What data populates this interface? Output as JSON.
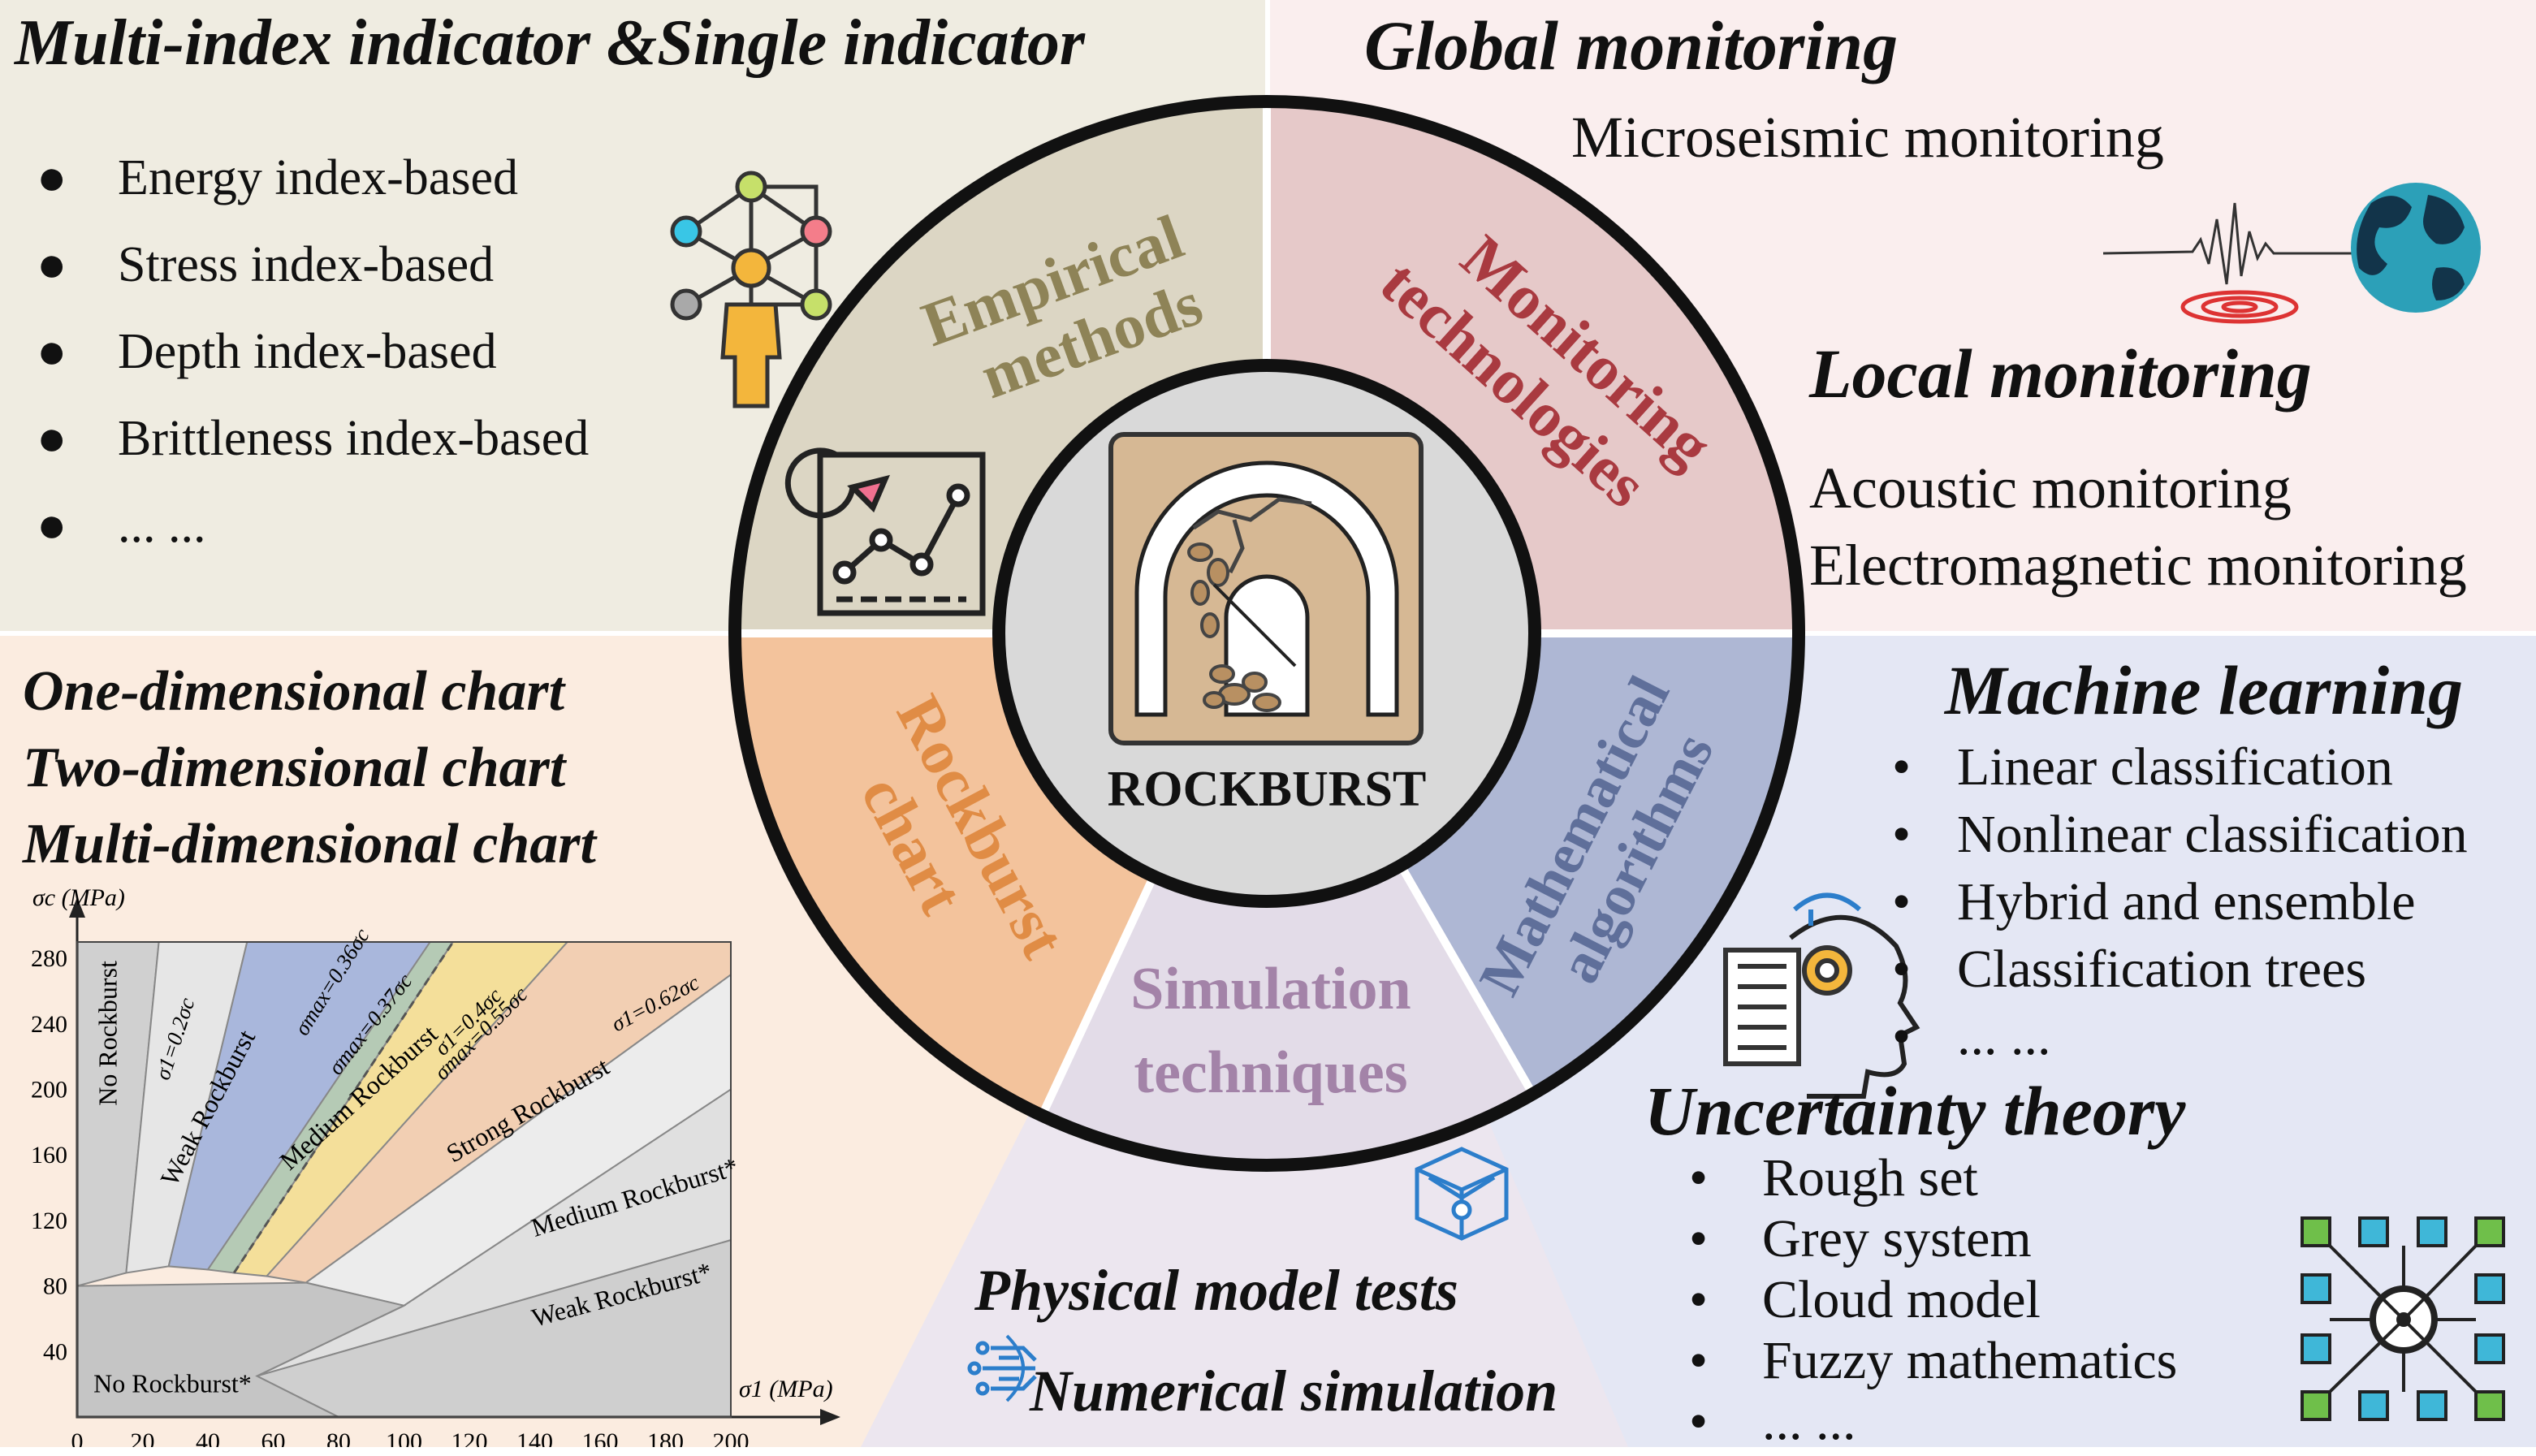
{
  "colors": {
    "empirical_bg": "#efece1",
    "monitoring_bg": "#faeeee",
    "chart_bg": "#fbece0",
    "ml_bg": "#e4e7f4",
    "sim_bg": "#ece6ef",
    "ring_empirical": "#dcd6c4",
    "ring_monitoring": "#e6c9c9",
    "ring_chart": "#f3c39c",
    "ring_math": "#aeb7d4",
    "ring_sim": "#e3dce8",
    "empirical_text": "#8e8357",
    "monitoring_text": "#a93a40",
    "chart_text": "#e08c45",
    "math_text": "#5f6f9a",
    "sim_text": "#a383a8"
  },
  "center": {
    "label": "ROCKBURST",
    "icon": "tunnel-rockburst-icon"
  },
  "ring": {
    "empirical": [
      "Empirical",
      "methods"
    ],
    "monitoring": [
      "Monitoring",
      "technologies"
    ],
    "chart": [
      "Rockburst",
      "chart"
    ],
    "math": [
      "Mathematical",
      "algorithms"
    ],
    "simulation": [
      "Simulation",
      "techniques"
    ]
  },
  "empirical_panel": {
    "title": "Multi-index indicator &Single indicator",
    "items": [
      "Energy index-based",
      "Stress index-based",
      "Depth index-based",
      "Brittleness index-based",
      "... ..."
    ],
    "bullet": "●",
    "icon": "network-person-icon"
  },
  "monitoring_panel": {
    "global_title": "Global monitoring",
    "global_item": "Microseismic monitoring",
    "local_title": "Local monitoring",
    "local_items": [
      "Acoustic monitoring",
      "Electromagnetic monitoring"
    ],
    "icons": [
      "seismic-wave-icon",
      "globe-icon"
    ]
  },
  "chart_panel": {
    "titles": [
      "One-dimensional chart",
      "Two-dimensional chart",
      "Multi-dimensional chart"
    ]
  },
  "ml_panel": {
    "ml_title": "Machine learning",
    "ml_items": [
      "Linear classification",
      "Nonlinear classification",
      "Hybrid and ensemble",
      "Classification trees",
      "... ..."
    ],
    "ut_title": "Uncertainty theory",
    "ut_items": [
      "Rough set",
      "Grey system",
      "Cloud model",
      "Fuzzy mathematics",
      "... ..."
    ],
    "bullet": "•",
    "icons": [
      "ai-head-document-icon",
      "network-hub-icon"
    ]
  },
  "sim_panel": {
    "items": [
      "Physical model tests",
      "Numerical simulation"
    ],
    "icons": [
      "cube-icon",
      "data-stream-icon"
    ]
  },
  "chart_data": {
    "type": "area",
    "xlabel": "σ1 (MPa)",
    "ylabel": "σc (MPa)",
    "xlim": [
      0,
      200
    ],
    "ylim": [
      0,
      290
    ],
    "xticks": [
      "0",
      "20",
      "40",
      "60",
      "80",
      "100",
      "120",
      "140",
      "160",
      "180",
      "200"
    ],
    "yticks": [
      "40",
      "80",
      "120",
      "160",
      "200",
      "240",
      "280"
    ],
    "criteria_lines": [
      {
        "label": "σ1=0.2σc",
        "ratio": 0.2
      },
      {
        "label": "σmax=0.36σc",
        "ratio": 0.36
      },
      {
        "label": "σmax=0.37σc",
        "ratio": 0.37
      },
      {
        "label": "σ1=0.4σc",
        "ratio": 0.4
      },
      {
        "label": "σmax=0.55σc",
        "ratio": 0.55
      },
      {
        "label": "σ1=0.62σc",
        "ratio": 0.62
      }
    ],
    "zone_labels": [
      "No Rockburst",
      "Weak Rockburst",
      "Medium Rockburst",
      "Strong Rockburst",
      "Medium Rockburst*",
      "Weak Rockburst*",
      "No Rockburst*"
    ],
    "zone_colors": [
      "#d0d0d0",
      "#e6e6e6",
      "#a9b7dc",
      "#b5cab5",
      "#f4df9a",
      "#f2cfb3",
      "#ececec",
      "#e0e0e0",
      "#cfcfcf",
      "#c5c5c5"
    ]
  }
}
